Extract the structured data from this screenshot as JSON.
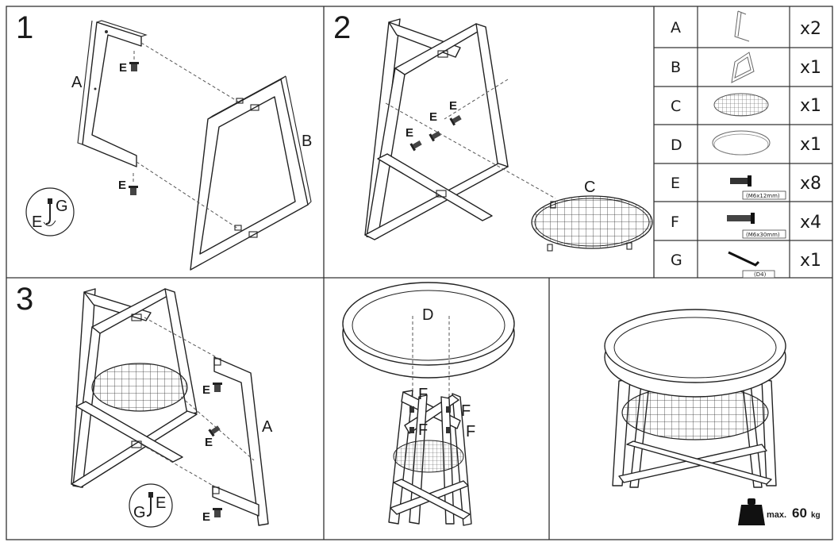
{
  "steps": {
    "step1": {
      "number": "1",
      "label_a": "A",
      "label_b": "B",
      "screw_label_top": "E",
      "screw_label_bottom": "E",
      "tool_badge": {
        "left": "E",
        "right": "G"
      }
    },
    "step2": {
      "number": "2",
      "label_c": "C",
      "screw_labels": [
        "E",
        "E",
        "E"
      ]
    },
    "step3": {
      "number": "3",
      "label_a": "A",
      "screw_labels": [
        "E",
        "E",
        "E"
      ],
      "tool_badge": {
        "left": "G",
        "right": "E"
      }
    },
    "step4": {
      "label_d": "D",
      "screw_labels": [
        "F",
        "F",
        "F",
        "F"
      ]
    },
    "step5": {
      "weight_prefix": "max.",
      "weight_value": "60",
      "weight_unit": "kg"
    }
  },
  "parts": [
    {
      "id": "A",
      "qty": "x2",
      "icon": "frame-a-icon"
    },
    {
      "id": "B",
      "qty": "x1",
      "icon": "frame-b-icon"
    },
    {
      "id": "C",
      "qty": "x1",
      "icon": "mesh-shelf-icon"
    },
    {
      "id": "D",
      "qty": "x1",
      "icon": "tray-top-icon"
    },
    {
      "id": "E",
      "qty": "x8",
      "icon": "bolt-short-icon",
      "spec": "(M6x12mm)"
    },
    {
      "id": "F",
      "qty": "x4",
      "icon": "bolt-long-icon",
      "spec": "(M6x30mm)"
    },
    {
      "id": "G",
      "qty": "x1",
      "icon": "allen-key-icon",
      "spec": "(D4)"
    }
  ],
  "colors": {
    "line": "#222222",
    "background": "#ffffff"
  }
}
